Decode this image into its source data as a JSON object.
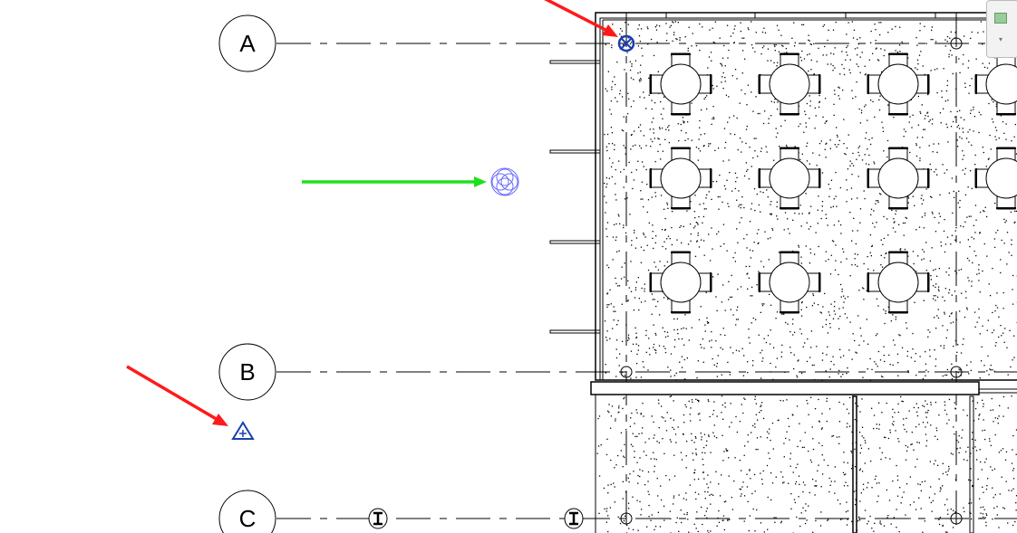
{
  "grid_labels": [
    "A",
    "B",
    "C"
  ],
  "colors": {
    "annotation_arrow": "#ff1a1a",
    "highlight_arrow": "#1ee01e",
    "selected": "#1a3fb0",
    "light_symbol": "#6a6aff",
    "lines": "#000000"
  },
  "icons": [
    "survey-point-icon",
    "project-base-point-icon",
    "internal-origin-icon",
    "navigation-bar-zoom-icon",
    "steel-column-icon"
  ]
}
